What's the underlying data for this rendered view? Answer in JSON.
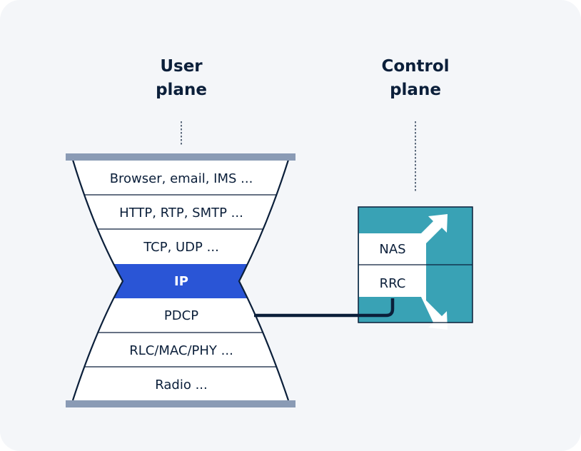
{
  "diagram": {
    "user_plane": {
      "title_line1": "User",
      "title_line2": "plane",
      "layers": [
        {
          "label": "Browser, email, IMS ..."
        },
        {
          "label": "HTTP, RTP, SMTP ..."
        },
        {
          "label": "TCP, UDP ..."
        },
        {
          "label": "IP",
          "highlight": true
        },
        {
          "label": "PDCP"
        },
        {
          "label": "RLC/MAC/PHY ..."
        },
        {
          "label": "Radio ..."
        }
      ]
    },
    "control_plane": {
      "title_line1": "Control",
      "title_line2": "plane",
      "layers": [
        {
          "label": "NAS"
        },
        {
          "label": "RRC"
        }
      ]
    },
    "connection": {
      "from": "PDCP",
      "to": "RRC"
    },
    "colors": {
      "background": "#f4f6f9",
      "ink": "#0b1f3a",
      "bar": "#8a9bb5",
      "ip_highlight": "#2a55d6",
      "control_box": "#39a2b5",
      "layer_fill": "#ffffff"
    }
  }
}
